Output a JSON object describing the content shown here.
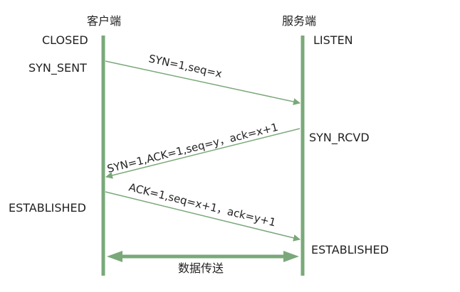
{
  "client": {
    "title": "客户端",
    "states": {
      "closed": "CLOSED",
      "syn_sent": "SYN_SENT",
      "established": "ESTABLISHED"
    }
  },
  "server": {
    "title": "服务端",
    "states": {
      "listen": "LISTEN",
      "syn_rcvd": "SYN_RCVD",
      "established": "ESTABLISHED"
    }
  },
  "messages": {
    "syn": "SYN=1,seq=x",
    "syn_ack": "SYN=1,ACK=1,seq=y，ack=x+1",
    "ack": "ACK=1,seq=x+1，ack=y+1"
  },
  "data_transfer": "数据传送",
  "colors": {
    "line": "#7aa87a",
    "text": "#222222",
    "background": "#ffffff"
  }
}
